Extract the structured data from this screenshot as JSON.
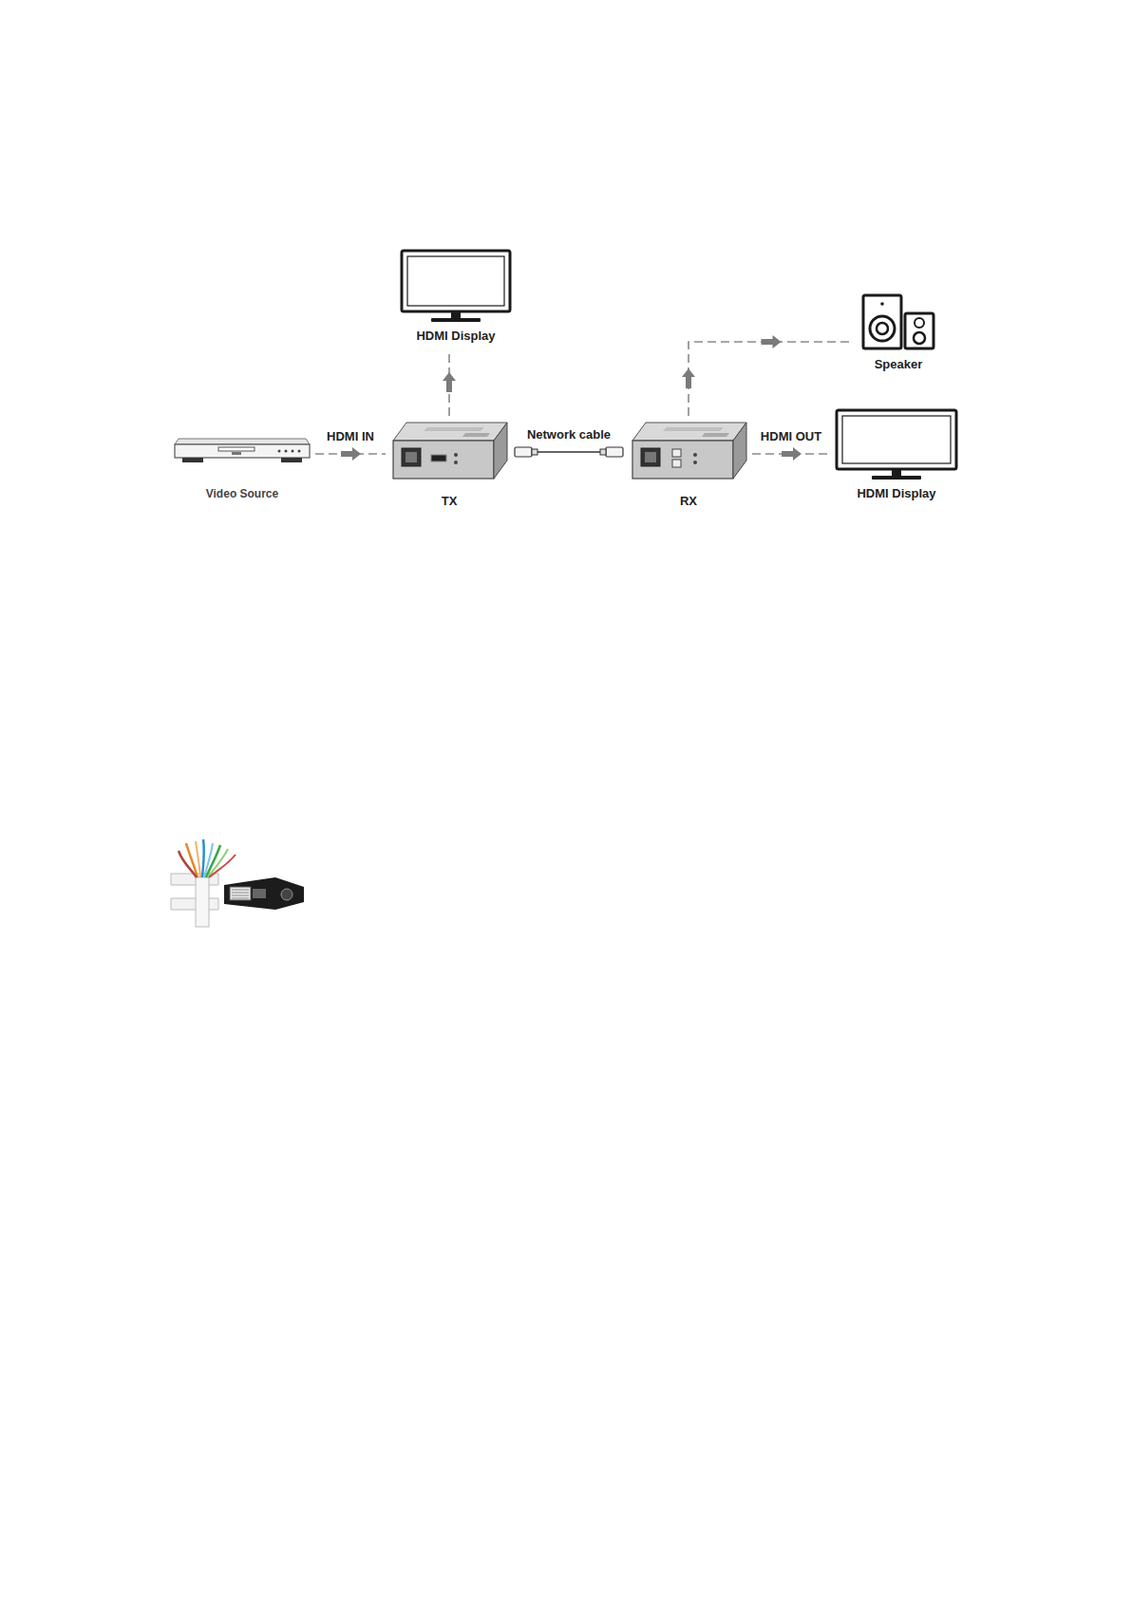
{
  "diagram": {
    "nodes": [
      {
        "text": [
          "HDMI Display"
        ]
      },
      {
        "text": [
          "Speaker"
        ]
      },
      {
        "text": [
          "Video Source"
        ]
      },
      {
        "text": [
          "TX"
        ]
      },
      {
        "text": [
          "RX"
        ]
      },
      {
        "text": [
          "HDMI Display"
        ]
      }
    ],
    "edges": [
      {
        "from": 2,
        "to": 3,
        "label": "HDMI IN",
        "arrow": "to"
      },
      {
        "from": 3,
        "to": 0,
        "arrow": "to"
      },
      {
        "from": 3,
        "to": 4,
        "label": "Network cable",
        "arrow": "none"
      },
      {
        "from": 4,
        "to": 1,
        "arrow": "to"
      },
      {
        "from": 4,
        "to": 5,
        "label": "HDMI OUT",
        "arrow": "to"
      }
    ]
  }
}
